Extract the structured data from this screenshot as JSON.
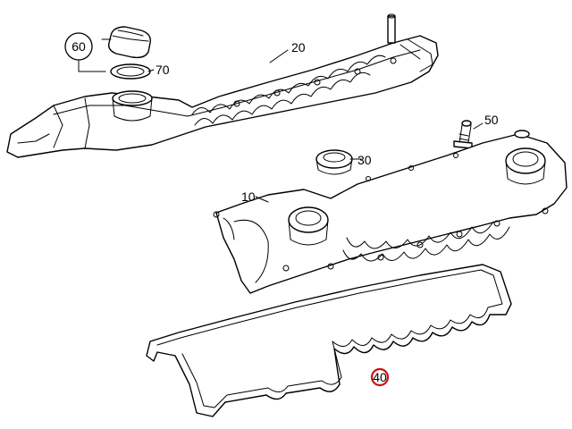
{
  "diagram": {
    "callouts": {
      "p10": "10",
      "p20": "20",
      "p30": "30",
      "p40": "40",
      "p50": "50",
      "p60": "60",
      "p70": "70"
    },
    "highlight_color": "#cc1111"
  }
}
